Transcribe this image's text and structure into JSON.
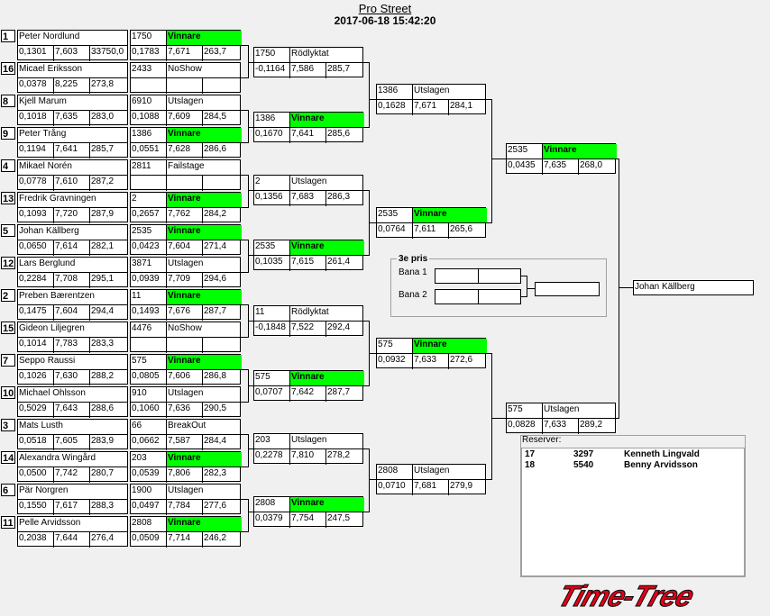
{
  "header": {
    "title": "Pro Street",
    "datetime": "2017-06-18 15:42:20"
  },
  "first_round": [
    {
      "seed": "1",
      "name": "Peter Nordlund",
      "rt": "0,1301",
      "et": "7,603",
      "speed": "33750,0",
      "bracket": "1750",
      "result": "Vinnare",
      "win": true,
      "r_rt": "0,1783",
      "r_et": "7,671",
      "r_speed": "263,7"
    },
    {
      "seed": "16",
      "name": "Micael Eriksson",
      "rt": "0,0378",
      "et": "8,225",
      "speed": "273,8",
      "bracket": "2433",
      "result": "NoShow",
      "win": false,
      "r_rt": "",
      "r_et": "",
      "r_speed": ""
    },
    {
      "seed": "8",
      "name": "Kjell Marum",
      "rt": "0,1018",
      "et": "7,635",
      "speed": "283,0",
      "bracket": "6910",
      "result": "Utslagen",
      "win": false,
      "r_rt": "0,1088",
      "r_et": "7,609",
      "r_speed": "284,5"
    },
    {
      "seed": "9",
      "name": "Peter Trång",
      "rt": "0,1194",
      "et": "7,641",
      "speed": "285,7",
      "bracket": "1386",
      "result": "Vinnare",
      "win": true,
      "r_rt": "0,0551",
      "r_et": "7,628",
      "r_speed": "286,6"
    },
    {
      "seed": "4",
      "name": "Mikael Norén",
      "rt": "0,0778",
      "et": "7,610",
      "speed": "287,2",
      "bracket": "2811",
      "result": "Failstage",
      "win": false,
      "r_rt": "",
      "r_et": "",
      "r_speed": ""
    },
    {
      "seed": "13",
      "name": "Fredrik Gravningen",
      "rt": "0,1093",
      "et": "7,720",
      "speed": "287,9",
      "bracket": "2",
      "result": "Vinnare",
      "win": true,
      "r_rt": "0,2657",
      "r_et": "7,762",
      "r_speed": "284,2"
    },
    {
      "seed": "5",
      "name": "Johan Källberg",
      "rt": "0,0650",
      "et": "7,614",
      "speed": "282,1",
      "bracket": "2535",
      "result": "Vinnare",
      "win": true,
      "r_rt": "0,0423",
      "r_et": "7,604",
      "r_speed": "271,4"
    },
    {
      "seed": "12",
      "name": "Lars Berglund",
      "rt": "0,2284",
      "et": "7,708",
      "speed": "295,1",
      "bracket": "3871",
      "result": "Utslagen",
      "win": false,
      "r_rt": "0,0939",
      "r_et": "7,709",
      "r_speed": "294,6"
    },
    {
      "seed": "2",
      "name": "Preben Bærentzen",
      "rt": "0,1475",
      "et": "7,604",
      "speed": "294,4",
      "bracket": "11",
      "result": "Vinnare",
      "win": true,
      "r_rt": "0,1493",
      "r_et": "7,676",
      "r_speed": "287,7"
    },
    {
      "seed": "15",
      "name": "Gideon Liljegren",
      "rt": "0,1014",
      "et": "7,783",
      "speed": "283,3",
      "bracket": "4476",
      "result": "NoShow",
      "win": false,
      "r_rt": "",
      "r_et": "",
      "r_speed": ""
    },
    {
      "seed": "7",
      "name": "Seppo Raussi",
      "rt": "0,1026",
      "et": "7,630",
      "speed": "288,2",
      "bracket": "575",
      "result": "Vinnare",
      "win": true,
      "r_rt": "0,0805",
      "r_et": "7,606",
      "r_speed": "286,8"
    },
    {
      "seed": "10",
      "name": "Michael Ohlsson",
      "rt": "0,5029",
      "et": "7,643",
      "speed": "288,6",
      "bracket": "910",
      "result": "Utslagen",
      "win": false,
      "r_rt": "0,1060",
      "r_et": "7,636",
      "r_speed": "290,5"
    },
    {
      "seed": "3",
      "name": "Mats Lusth",
      "rt": "0,0518",
      "et": "7,605",
      "speed": "283,9",
      "bracket": "66",
      "result": "BreakOut",
      "win": false,
      "r_rt": "0,0662",
      "r_et": "7,587",
      "r_speed": "284,4"
    },
    {
      "seed": "14",
      "name": "Alexandra Wingård",
      "rt": "0,0500",
      "et": "7,742",
      "speed": "280,7",
      "bracket": "203",
      "result": "Vinnare",
      "win": true,
      "r_rt": "0,0539",
      "r_et": "7,806",
      "r_speed": "282,3"
    },
    {
      "seed": "6",
      "name": "Pär  Norgren",
      "rt": "0,1550",
      "et": "7,617",
      "speed": "288,3",
      "bracket": "1900",
      "result": "Utslagen",
      "win": false,
      "r_rt": "0,0497",
      "r_et": "7,784",
      "r_speed": "277,6"
    },
    {
      "seed": "11",
      "name": "Pelle Arvidsson",
      "rt": "0,2038",
      "et": "7,644",
      "speed": "276,4",
      "bracket": "2808",
      "result": "Vinnare",
      "win": true,
      "r_rt": "0,0509",
      "r_et": "7,714",
      "r_speed": "246,2"
    }
  ],
  "quarter_final": [
    {
      "bracket": "1750",
      "result": "Rödlyktat",
      "win": false,
      "rt": "-0,1164",
      "et": "7,586",
      "speed": "285,7"
    },
    {
      "bracket": "1386",
      "result": "Vinnare",
      "win": true,
      "rt": "0,1670",
      "et": "7,641",
      "speed": "285,6"
    },
    {
      "bracket": "2",
      "result": "Utslagen",
      "win": false,
      "rt": "0,1356",
      "et": "7,683",
      "speed": "286,3"
    },
    {
      "bracket": "2535",
      "result": "Vinnare",
      "win": true,
      "rt": "0,1035",
      "et": "7,615",
      "speed": "261,4"
    },
    {
      "bracket": "11",
      "result": "Rödlyktat",
      "win": false,
      "rt": "-0,1848",
      "et": "7,522",
      "speed": "292,4"
    },
    {
      "bracket": "575",
      "result": "Vinnare",
      "win": true,
      "rt": "0,0707",
      "et": "7,642",
      "speed": "287,7"
    },
    {
      "bracket": "203",
      "result": "Utslagen",
      "win": false,
      "rt": "0,2278",
      "et": "7,810",
      "speed": "278,2"
    },
    {
      "bracket": "2808",
      "result": "Vinnare",
      "win": true,
      "rt": "0,0379",
      "et": "7,754",
      "speed": "247,5"
    }
  ],
  "semi_final": [
    {
      "bracket": "1386",
      "result": "Utslagen",
      "win": false,
      "rt": "0,1628",
      "et": "7,671",
      "speed": "284,1"
    },
    {
      "bracket": "2535",
      "result": "Vinnare",
      "win": true,
      "rt": "0,0764",
      "et": "7,611",
      "speed": "265,6"
    },
    {
      "bracket": "575",
      "result": "Vinnare",
      "win": true,
      "rt": "0,0932",
      "et": "7,633",
      "speed": "272,6"
    },
    {
      "bracket": "2808",
      "result": "Utslagen",
      "win": false,
      "rt": "0,0710",
      "et": "7,681",
      "speed": "279,9"
    }
  ],
  "final": [
    {
      "bracket": "2535",
      "result": "Vinnare",
      "win": true,
      "rt": "0,0435",
      "et": "7,635",
      "speed": "268,0"
    },
    {
      "bracket": "575",
      "result": "Utslagen",
      "win": false,
      "rt": "0,0828",
      "et": "7,633",
      "speed": "289,2"
    }
  ],
  "winner": "Johan Källberg",
  "third_prize": {
    "title": "3e pris",
    "lane1": "Bana 1",
    "lane2": "Bana 2"
  },
  "reserves": {
    "label": "Reserver:",
    "rows": [
      {
        "seed": "17",
        "bracket": "3297",
        "name": "Kenneth Lingvald"
      },
      {
        "seed": "18",
        "bracket": "5540",
        "name": "Benny Arvidsson"
      }
    ]
  },
  "logo_text": "Time-Tree",
  "colors": {
    "winner_green": "#00ff00",
    "logo_red": "#e0001a"
  }
}
